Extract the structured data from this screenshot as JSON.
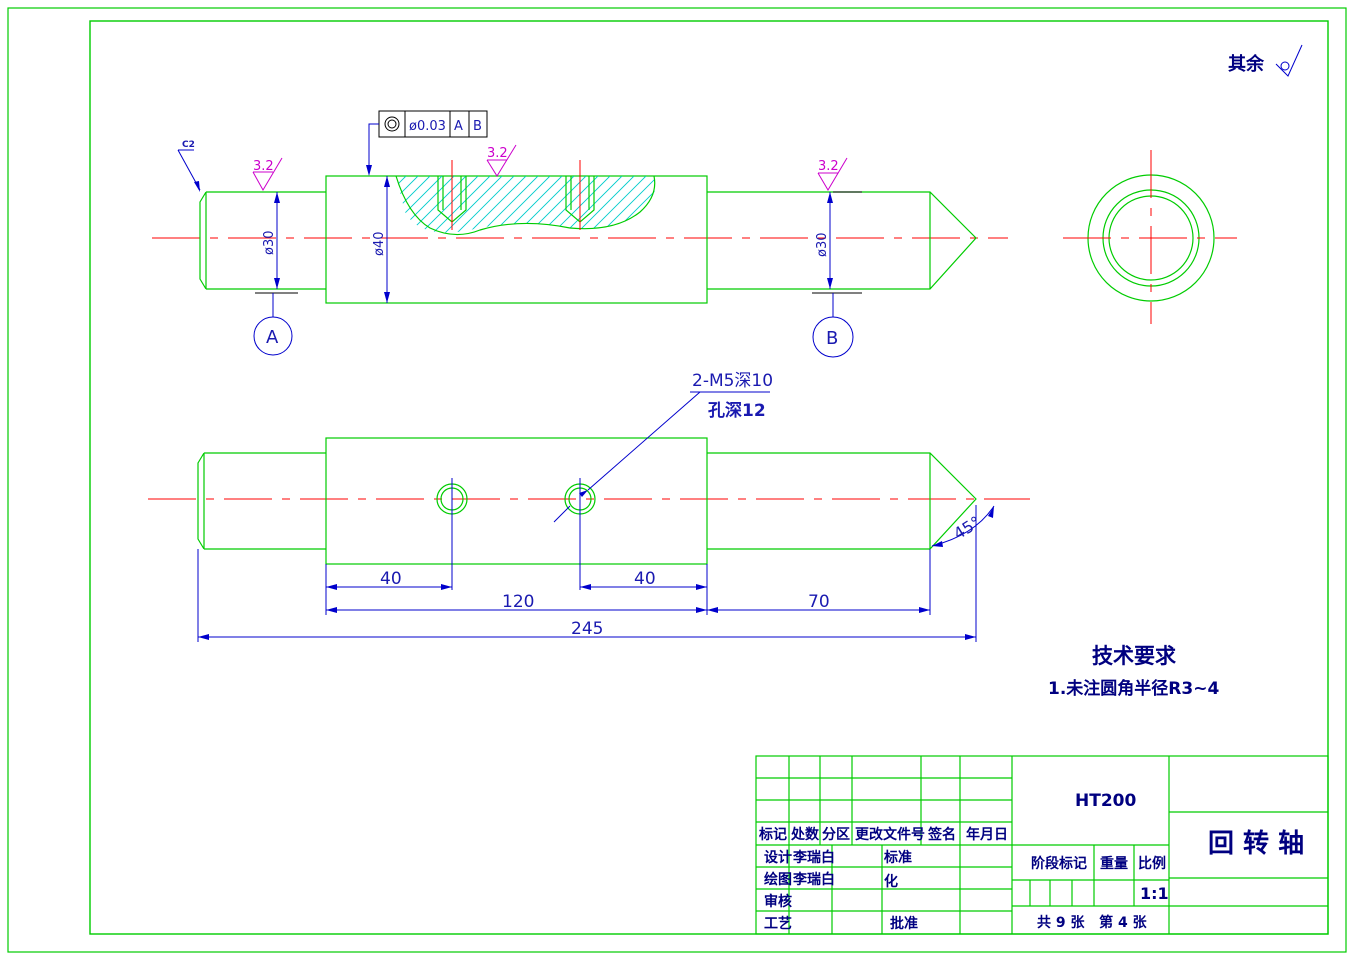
{
  "surface_note": "其余",
  "chamfer": "C2",
  "roughness": {
    "r1": "3.2",
    "r2": "3.2",
    "r3": "3.2"
  },
  "dims_top": {
    "d30_left": "ø30",
    "d40": "ø40",
    "d30_right": "ø30"
  },
  "tolerance": {
    "symbol": "◎",
    "value": "ø0.03",
    "datum1": "A",
    "datum2": "B"
  },
  "datums": {
    "a": "A",
    "b": "B"
  },
  "hole_note": {
    "line1": "2-M5深10",
    "line2": "孔深12"
  },
  "dims_bottom": {
    "d40a": "40",
    "d40b": "40",
    "d120": "120",
    "d70": "70",
    "d245": "245",
    "angle": "45°"
  },
  "tech": {
    "title": "技术要求",
    "item1": "1.未注圆角半径R3~4"
  },
  "titleblock": {
    "material": "HT200",
    "part_name": "回 转 轴",
    "hdr_mark": "标记",
    "hdr_count": "处数",
    "hdr_zone": "分区",
    "hdr_doc": "更改文件号",
    "hdr_sign": "签名",
    "hdr_date": "年月日",
    "design": "设计",
    "designer": "李瑞白",
    "standard": "标准",
    "draw": "绘图",
    "drawer": "李瑞白",
    "standard2": "化",
    "review": "审核",
    "process": "工艺",
    "approve": "批准",
    "stage": "阶段标记",
    "weight": "重量",
    "scale_label": "比例",
    "scale": "1:1",
    "sheets": "共 9 张   第 4 张"
  }
}
